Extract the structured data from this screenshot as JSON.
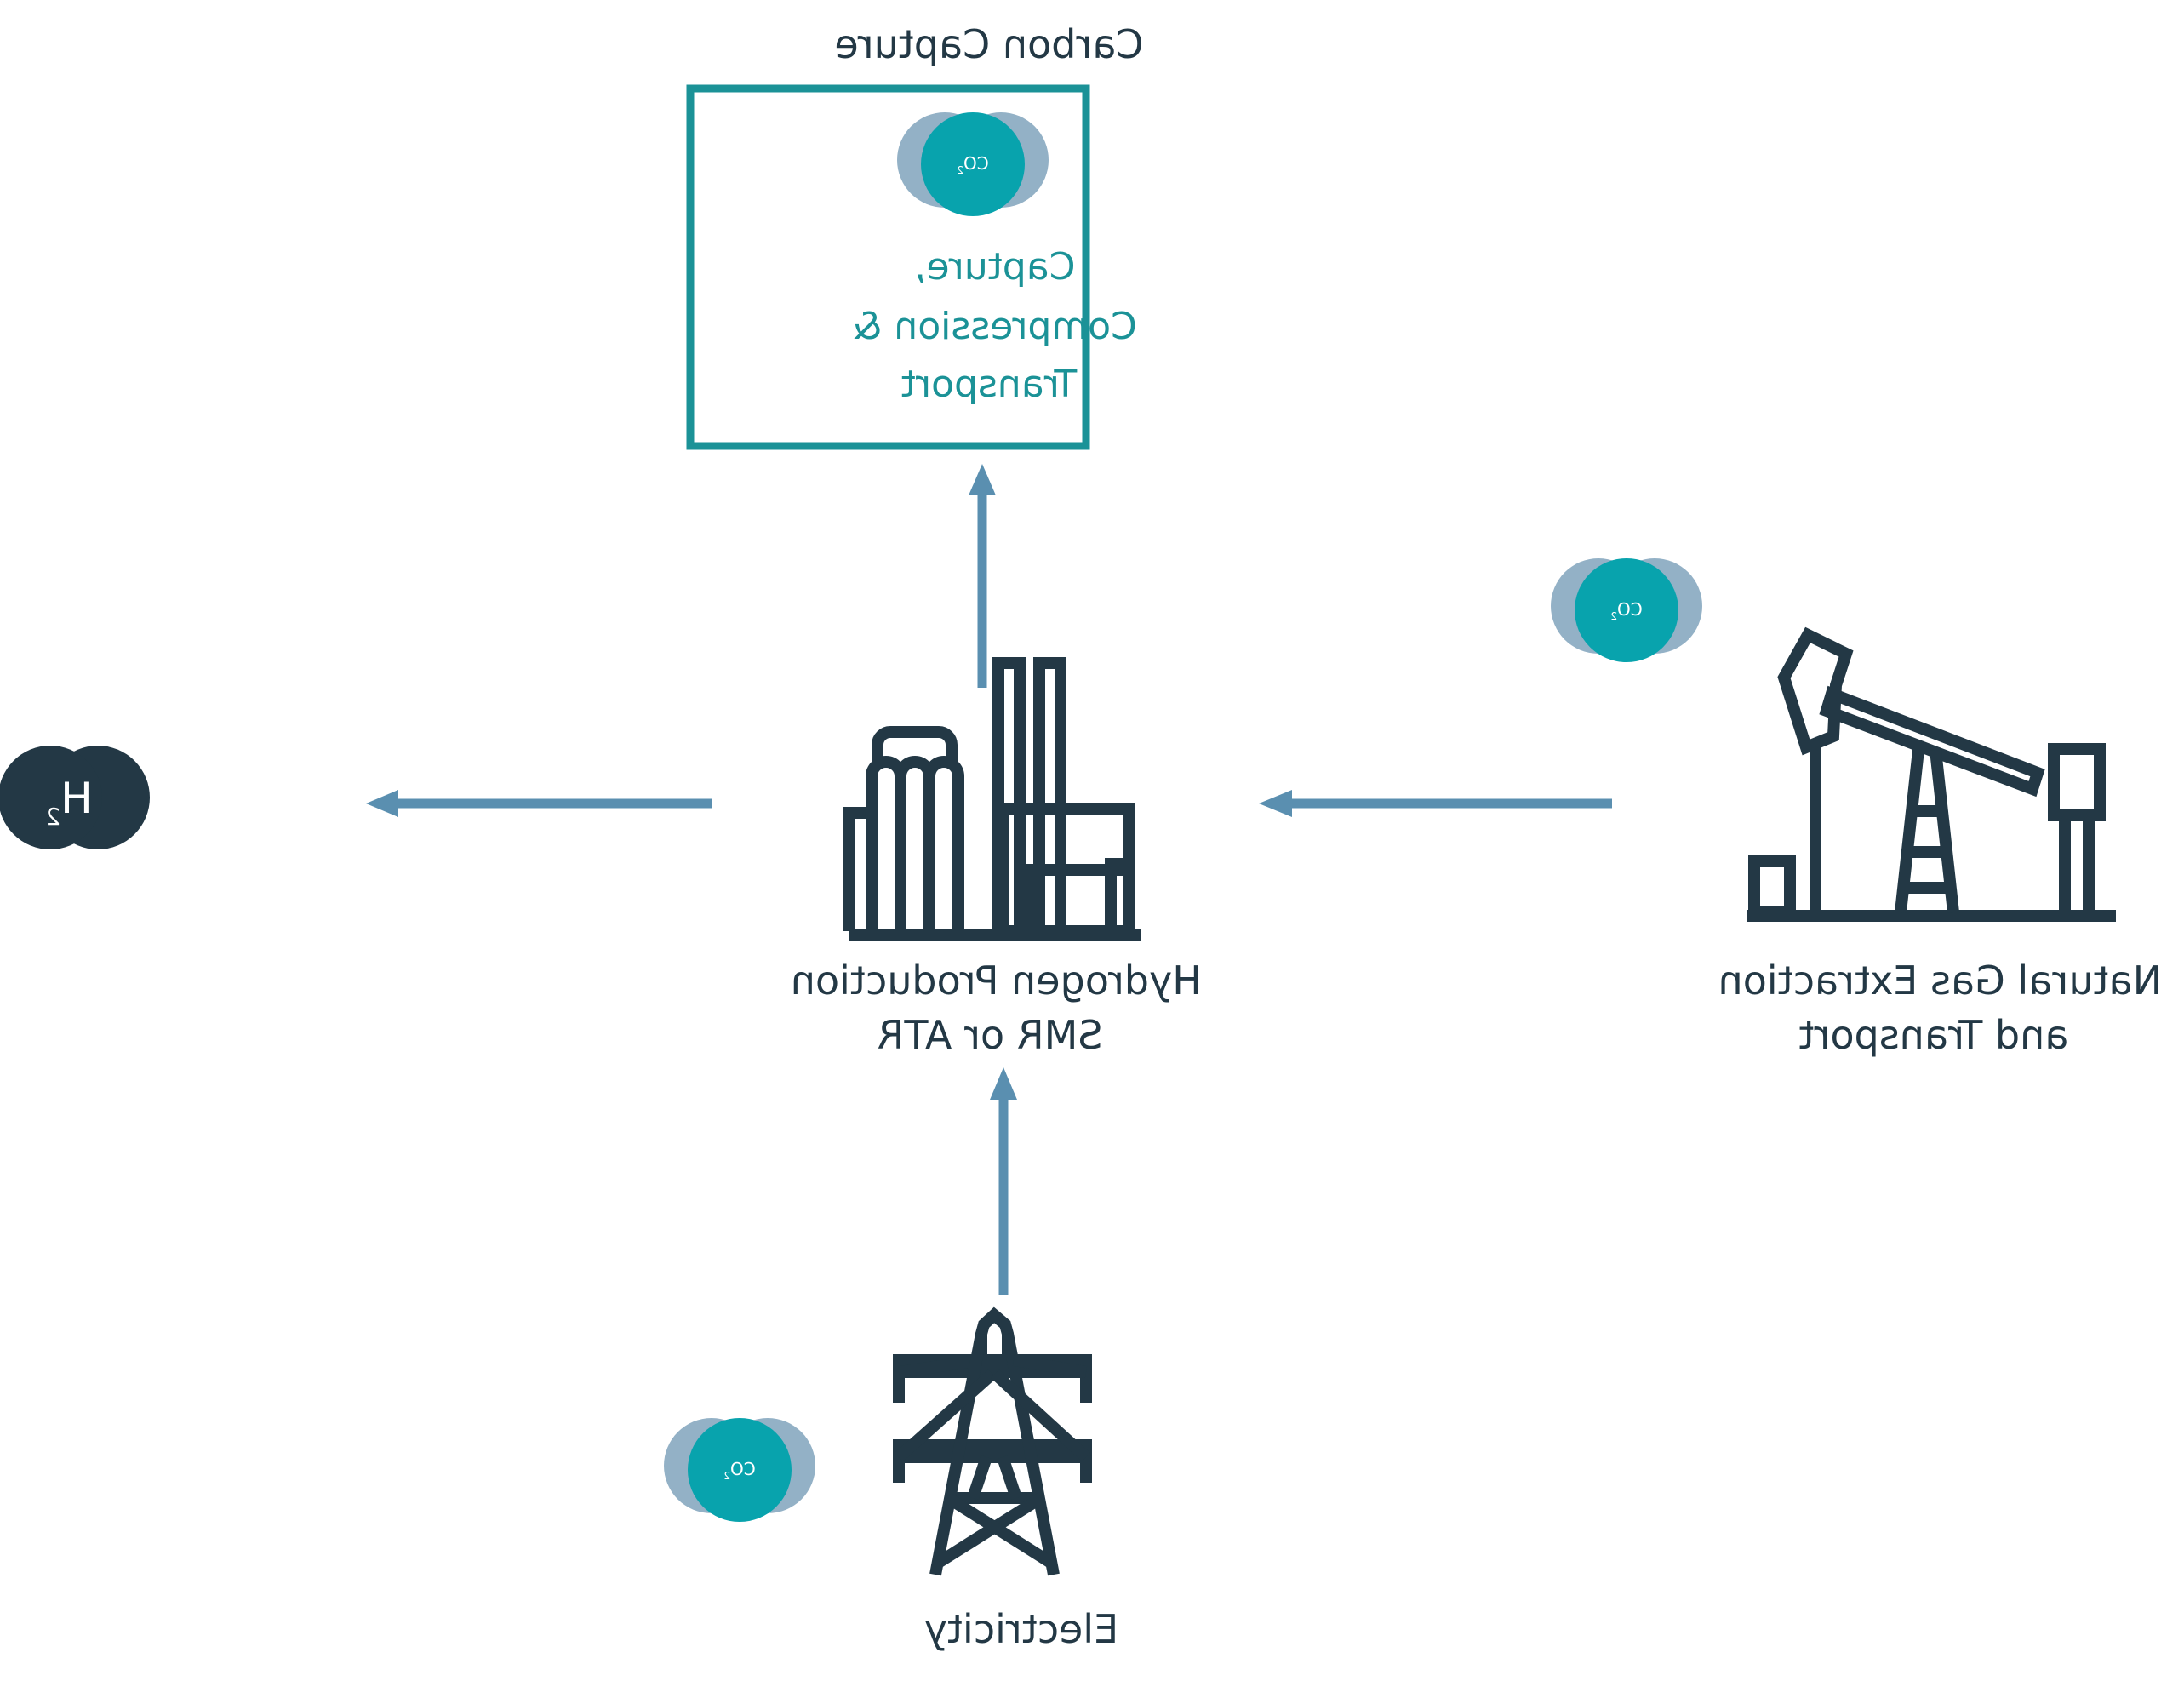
{
  "carbon_capture": {
    "title": "Carbon Capture",
    "box_lines": [
      "Capture,",
      "Compression &",
      "Transport"
    ]
  },
  "hydrogen_production": {
    "lines": [
      "Hydrogen Production",
      "SMR or ATR"
    ]
  },
  "natural_gas": {
    "lines": [
      "Natural Gas Extraction",
      "and Transport"
    ]
  },
  "electricity": {
    "label": "Electricity"
  },
  "co2": {
    "label": "CO",
    "sub": "2"
  },
  "h2": {
    "label": "H",
    "sub": "2"
  },
  "colors": {
    "teal": "#1b9297",
    "co2_teal": "#08a3ad",
    "co2_grey": "#93b1c6",
    "arrow": "#5a8fb0",
    "dark": "#233845"
  },
  "icons": [
    "refinery-icon",
    "pumpjack-icon",
    "power-pylon-icon"
  ]
}
